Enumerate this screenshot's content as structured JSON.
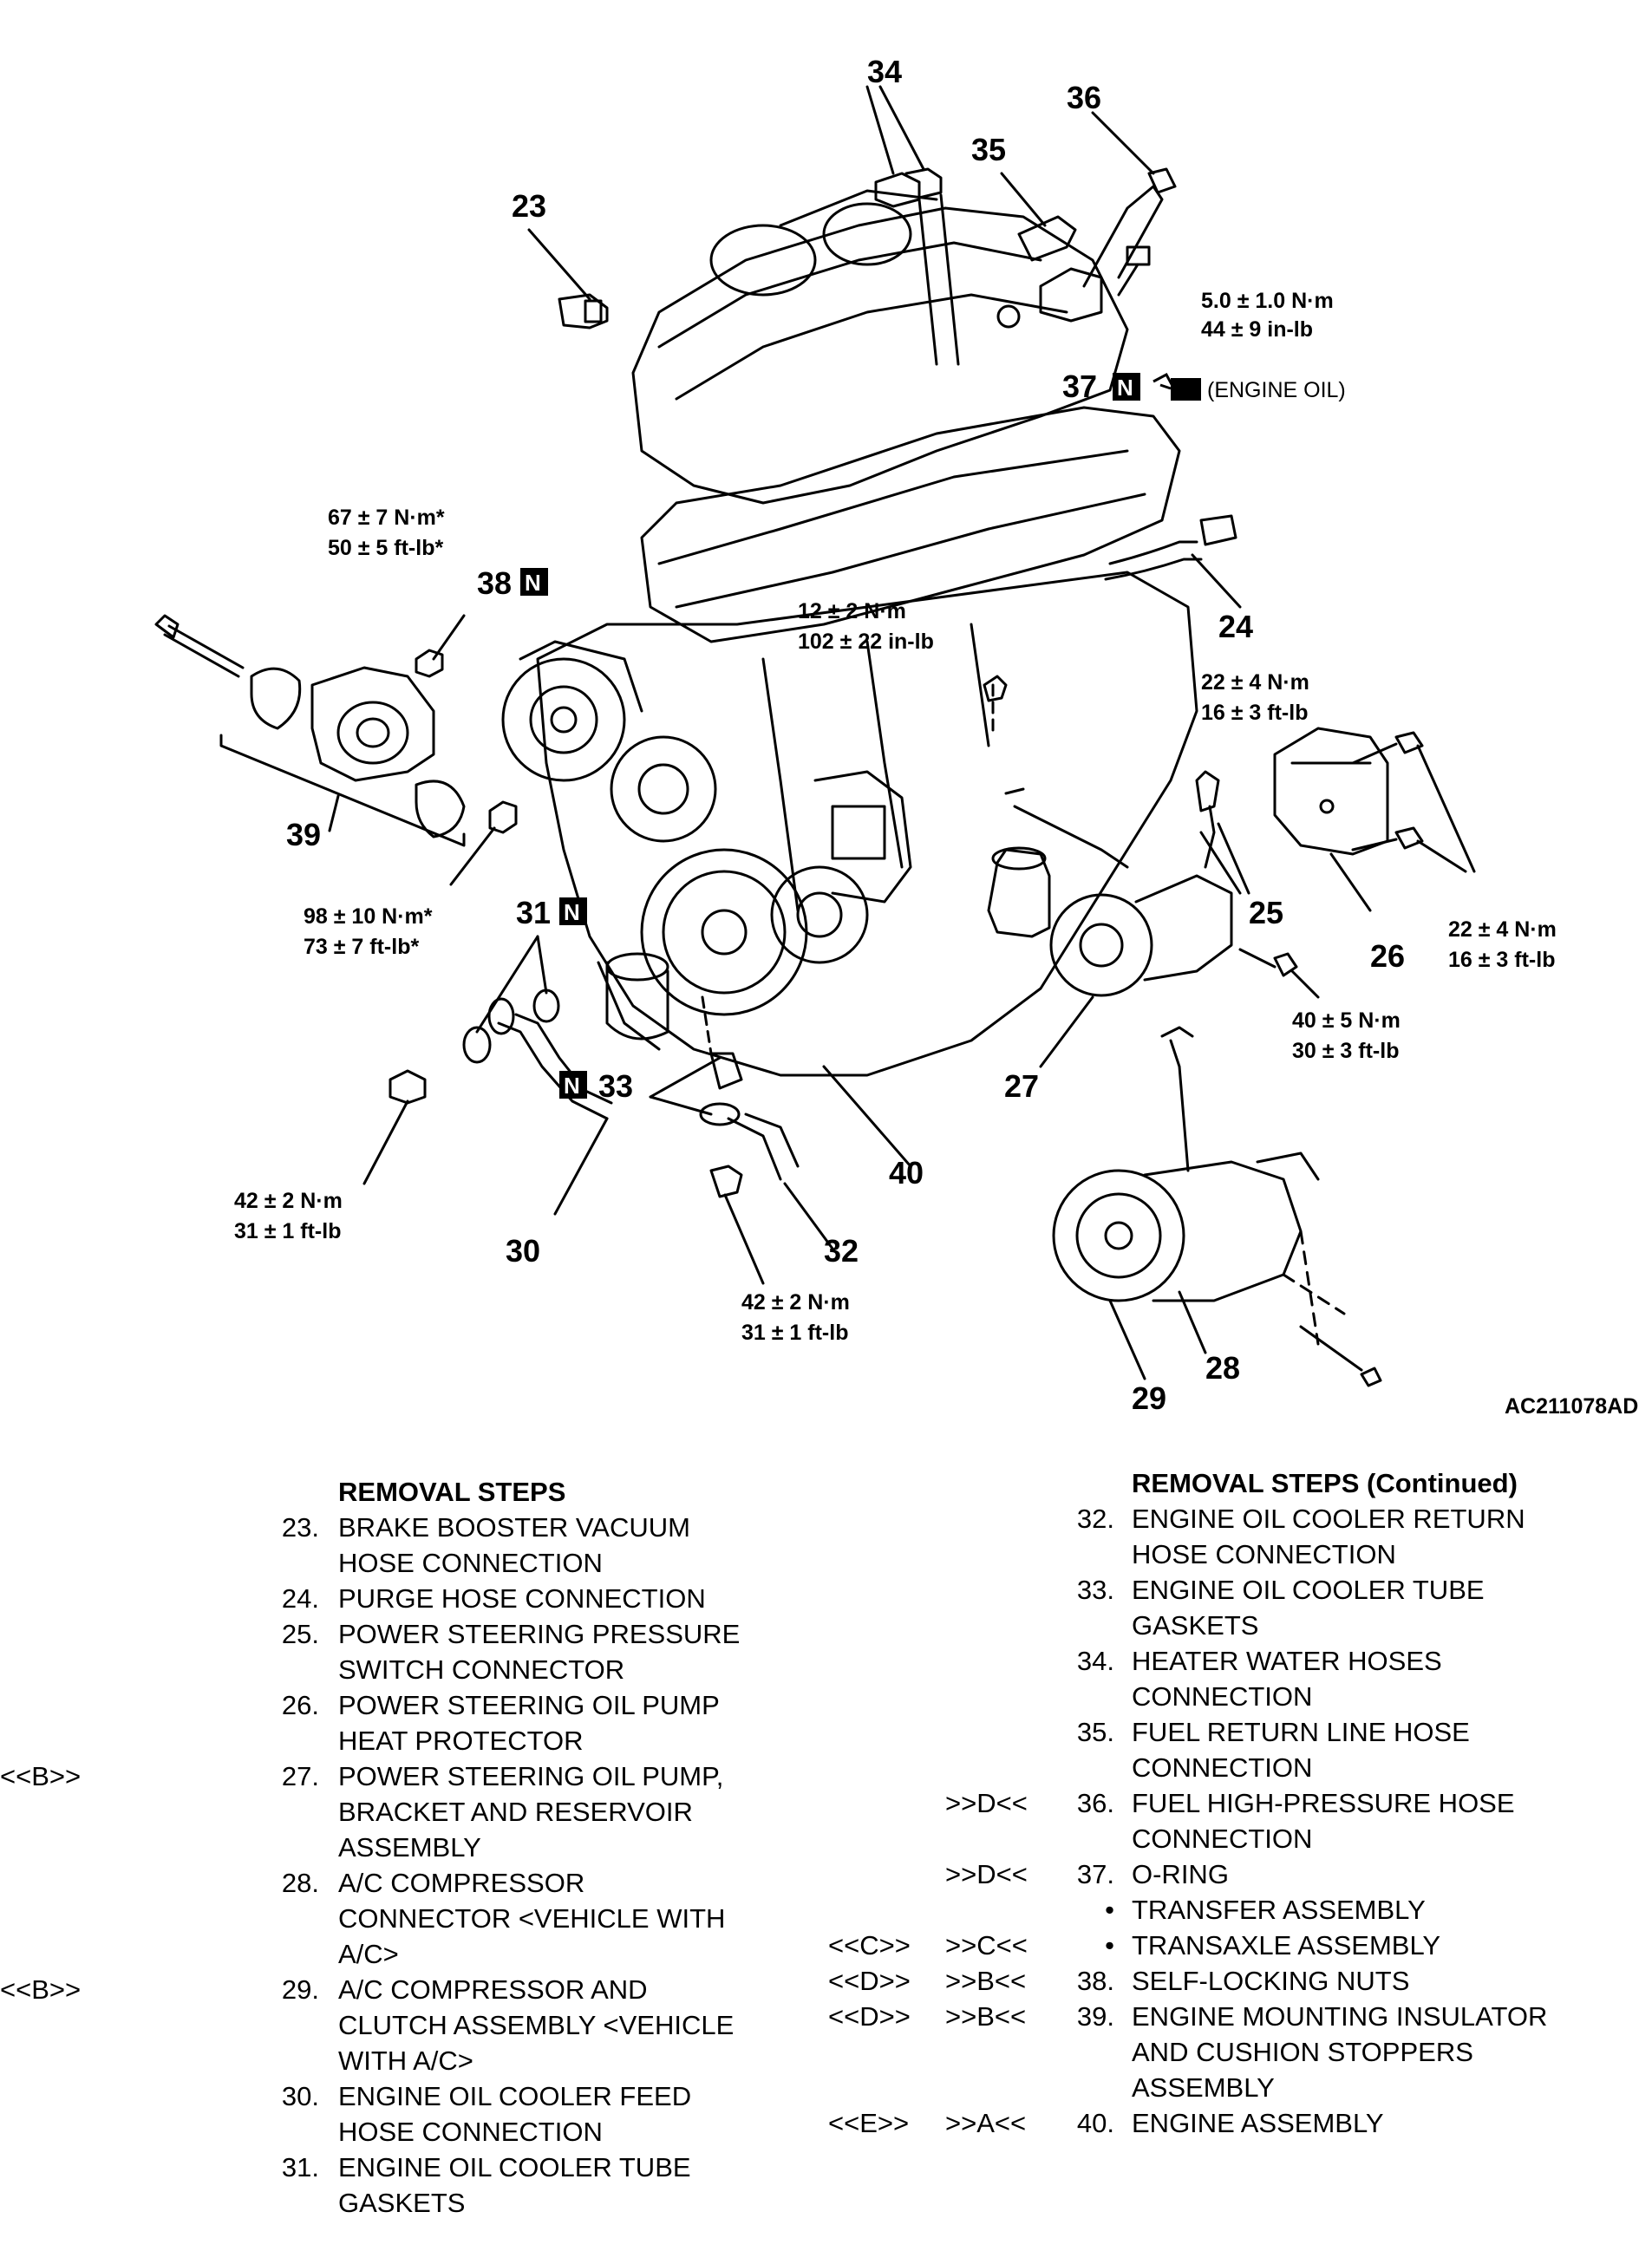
{
  "diagram": {
    "figure_id": "AC211078AD",
    "callouts": {
      "c23": "23",
      "c24": "24",
      "c25": "25",
      "c26": "26",
      "c27": "27",
      "c28": "28",
      "c29": "29",
      "c30": "30",
      "c31": "31",
      "c32": "32",
      "c33": "33",
      "c34": "34",
      "c35": "35",
      "c36": "36",
      "c37": "37",
      "c38": "38",
      "c39": "39",
      "c40": "40"
    },
    "n_mark": "N",
    "engine_oil_label": "(ENGINE OIL)",
    "torques": {
      "t36_a": "5.0 ± 1.0 N·m",
      "t36_b": "44 ± 9 in-lb",
      "t38_a": "67 ± 7 N·m*",
      "t38_b": "50 ± 5 ft-lb*",
      "tbolt_a": "12 ± 2 N·m",
      "tbolt_b": "102 ± 22 in-lb",
      "t25_a": "22 ± 4 N·m",
      "t25_b": "16 ± 3 ft-lb",
      "t26_a": "22 ± 4 N·m",
      "t26_b": "16 ± 3 ft-lb",
      "t39_a": "98 ± 10 N·m*",
      "t39_b": "73 ± 7 ft-lb*",
      "t27_a": "40 ± 5 N·m",
      "t27_b": "30 ± 3 ft-lb",
      "t30_a": "42 ± 2 N·m",
      "t30_b": "31 ± 1 ft-lb",
      "t32_a": "42 ± 2 N·m",
      "t32_b": "31 ± 1 ft-lb"
    }
  },
  "left_column": {
    "header": "REMOVAL STEPS",
    "steps": [
      {
        "code": "",
        "num": "23.",
        "lines": [
          "BRAKE BOOSTER VACUUM",
          "HOSE CONNECTION"
        ]
      },
      {
        "code": "",
        "num": "24.",
        "lines": [
          "PURGE HOSE CONNECTION"
        ]
      },
      {
        "code": "",
        "num": "25.",
        "lines": [
          "POWER STEERING PRESSURE",
          "SWITCH CONNECTOR"
        ]
      },
      {
        "code": "",
        "num": "26.",
        "lines": [
          "POWER STEERING OIL PUMP",
          "HEAT PROTECTOR"
        ]
      },
      {
        "code": "<<B>>",
        "num": "27.",
        "lines": [
          "POWER STEERING OIL PUMP,",
          "BRACKET AND RESERVOIR",
          "ASSEMBLY"
        ]
      },
      {
        "code": "",
        "num": "28.",
        "lines": [
          "A/C COMPRESSOR",
          "CONNECTOR <VEHICLE WITH",
          "A/C>"
        ]
      },
      {
        "code": "<<B>>",
        "num": "29.",
        "lines": [
          "A/C COMPRESSOR AND",
          "CLUTCH ASSEMBLY <VEHICLE",
          "WITH A/C>"
        ]
      },
      {
        "code": "",
        "num": "30.",
        "lines": [
          "ENGINE OIL COOLER FEED",
          "HOSE CONNECTION"
        ]
      },
      {
        "code": "",
        "num": "31.",
        "lines": [
          "ENGINE OIL COOLER TUBE",
          "GASKETS"
        ]
      }
    ]
  },
  "right_column": {
    "header": "REMOVAL STEPS (Continued)",
    "steps": [
      {
        "code1": "",
        "code2": "",
        "num": "32.",
        "lines": [
          "ENGINE OIL COOLER RETURN",
          "HOSE CONNECTION"
        ]
      },
      {
        "code1": "",
        "code2": "",
        "num": "33.",
        "lines": [
          "ENGINE OIL COOLER TUBE",
          "GASKETS"
        ]
      },
      {
        "code1": "",
        "code2": "",
        "num": "34.",
        "lines": [
          "HEATER WATER HOSES",
          "CONNECTION"
        ]
      },
      {
        "code1": "",
        "code2": "",
        "num": "35.",
        "lines": [
          "FUEL RETURN LINE HOSE",
          "CONNECTION"
        ]
      },
      {
        "code1": "",
        "code2": ">>D<<",
        "num": "36.",
        "lines": [
          "FUEL HIGH-PRESSURE HOSE",
          "CONNECTION"
        ]
      },
      {
        "code1": "",
        "code2": ">>D<<",
        "num": "37.",
        "lines": [
          "O-RING"
        ]
      },
      {
        "code1": "",
        "code2": "",
        "num": "•",
        "lines": [
          "TRANSFER ASSEMBLY"
        ]
      },
      {
        "code1": "<<C>>",
        "code2": ">>C<<",
        "num": "•",
        "lines": [
          "TRANSAXLE ASSEMBLY"
        ]
      },
      {
        "code1": "<<D>>",
        "code2": ">>B<<",
        "num": "38.",
        "lines": [
          "SELF-LOCKING NUTS"
        ]
      },
      {
        "code1": "<<D>>",
        "code2": ">>B<<",
        "num": "39.",
        "lines": [
          "ENGINE MOUNTING INSULATOR",
          "AND CUSHION STOPPERS",
          "ASSEMBLY"
        ]
      },
      {
        "code1": "<<E>>",
        "code2": ">>A<<",
        "num": "40.",
        "lines": [
          "ENGINE ASSEMBLY"
        ]
      }
    ]
  }
}
